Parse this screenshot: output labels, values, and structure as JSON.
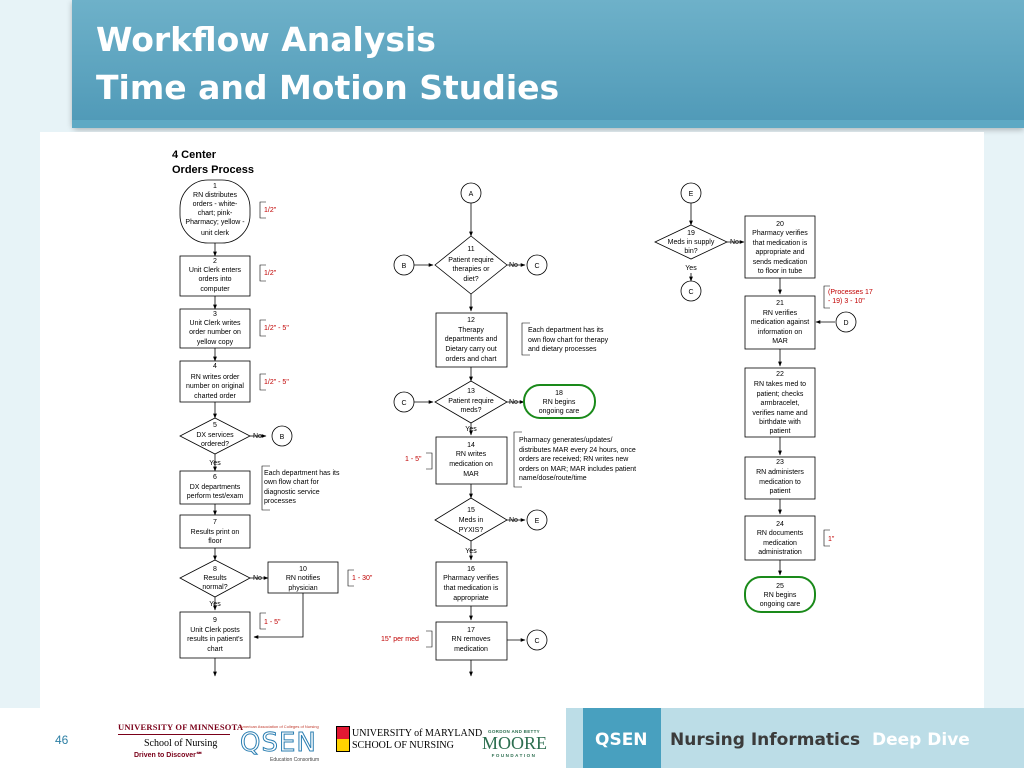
{
  "title": {
    "line1": "Workflow Analysis",
    "line2": "Time and Motion Studies"
  },
  "diagram": {
    "heading1": "4 Center",
    "heading2": "Orders Process",
    "n1": [
      "1",
      "RN distributes",
      "orders - white-",
      "chart; pink-",
      "Pharmacy; yellow -",
      "unit clerk"
    ],
    "t1": "1/2\"",
    "n2": [
      "2",
      "Unit Clerk enters",
      "orders into",
      "computer"
    ],
    "t2": "1/2\"",
    "n3": [
      "3",
      "Unit Clerk writes",
      "order number on",
      "yellow copy"
    ],
    "t3": "1/2\" - 5\"",
    "n4": [
      "4",
      "RN writes order",
      "number on original",
      "charted order"
    ],
    "t4": "1/2\" - 5\"",
    "n5": [
      "5",
      "DX services",
      "ordered?"
    ],
    "n6": [
      "6",
      "DX departments",
      "perform test/exam"
    ],
    "note6": [
      "Each department has its",
      "own flow chart for",
      "diagnostic service",
      "processes"
    ],
    "n7": [
      "7",
      "Results print on",
      "floor"
    ],
    "n8": [
      "8",
      "Results",
      "normal?"
    ],
    "n9": [
      "9",
      "Unit Clerk posts",
      "results in patient's",
      "chart"
    ],
    "t9": "1 - 5\"",
    "n10": [
      "10",
      "RN notifies",
      "physician"
    ],
    "t10": "1 - 30\"",
    "n11": [
      "11",
      "Patient require",
      "therapies or",
      "diet?"
    ],
    "n12": [
      "12",
      "Therapy",
      "departments and",
      "Dietary carry out",
      "orders and chart"
    ],
    "note12": [
      "Each department has its",
      "own flow chart for therapy",
      "and dietary processes"
    ],
    "n13": [
      "13",
      "Patient require",
      "meds?"
    ],
    "n14": [
      "14",
      "RN writes",
      "medication on",
      "MAR"
    ],
    "t14": "1 - 5\"",
    "note14": [
      "Pharmacy generates/updates/",
      "distributes MAR every 24 hours, once",
      "orders are received; RN writes new",
      "orders on MAR; MAR includes patient",
      "name/dose/route/time"
    ],
    "n15": [
      "15",
      "Meds in",
      "PYXIS?"
    ],
    "n16": [
      "16",
      "Pharmacy verifies",
      "that medication is",
      "appropriate"
    ],
    "n17": [
      "17",
      "RN removes",
      "medication"
    ],
    "t17": "15\" per med",
    "n18": [
      "18",
      "RN begins",
      "ongoing care"
    ],
    "n19": [
      "19",
      "Meds in supply",
      "bin?"
    ],
    "n20": [
      "20",
      "Pharmacy verifies",
      "that medication is",
      "appropriate and",
      "sends medication",
      "to floor in tube"
    ],
    "t20": [
      "(Processes 17",
      "- 19) 3 - 10\""
    ],
    "n21": [
      "21",
      "RN verifies",
      "medication against",
      "information on",
      "MAR"
    ],
    "n22": [
      "22",
      "RN takes med to",
      "patient; checks",
      "armbracelet,",
      "verifies name and",
      "birthdate with",
      "patient"
    ],
    "n23": [
      "23",
      "RN administers",
      "medication to",
      "patient"
    ],
    "n24": [
      "24",
      "RN documents",
      "medication",
      "administration"
    ],
    "t24": "1\"",
    "n25": [
      "25",
      "RN begins",
      "ongoing care"
    ],
    "yes": "Yes",
    "no": "No",
    "connectors": {
      "A": "A",
      "B": "B",
      "C": "C",
      "D": "D",
      "E": "E"
    }
  },
  "footer": {
    "slide_number": "46",
    "umn": {
      "line1": "UNIVERSITY OF MINNESOTA",
      "line2": "School of Nursing",
      "line3": "Driven to Discover℠"
    },
    "aacn": "American Association of Colleges of Nursing",
    "qsen_logo": "QSEN",
    "qsen_sub": "Education Consortium",
    "umd": {
      "line1": "UNIVERSITY of MARYLAND",
      "line2": "SCHOOL OF NURSING"
    },
    "moore": {
      "top": "GORDON AND BETTY",
      "name": "MOORE",
      "bottom": "FOUNDATION"
    },
    "qsen": "QSEN",
    "nursing_informatics": "Nursing Informatics",
    "deep_dive": "Deep Dive"
  }
}
